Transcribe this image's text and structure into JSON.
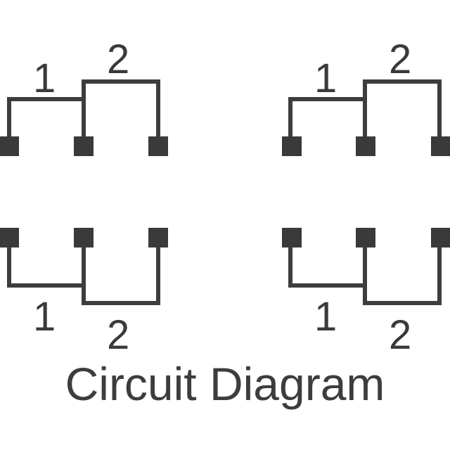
{
  "caption": "Circuit Diagram",
  "colors": {
    "line": "#3d3d3d",
    "pad": "#3a3a3a",
    "background": "#ffffff"
  },
  "switches": [
    {
      "id": "top-left",
      "orientation": "up",
      "labels": [
        "1",
        "2"
      ],
      "pins": 3
    },
    {
      "id": "top-right",
      "orientation": "up",
      "labels": [
        "1",
        "2"
      ],
      "pins": 3
    },
    {
      "id": "bottom-left",
      "orientation": "down",
      "labels": [
        "1",
        "2"
      ],
      "pins": 3
    },
    {
      "id": "bottom-right",
      "orientation": "down",
      "labels": [
        "1",
        "2"
      ],
      "pins": 3
    }
  ]
}
